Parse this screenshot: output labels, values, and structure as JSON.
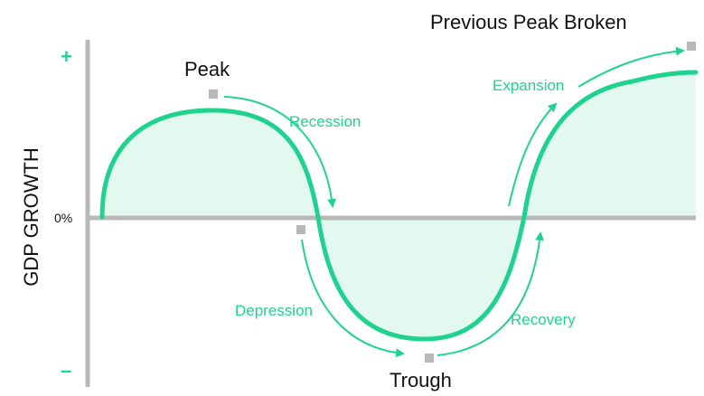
{
  "axis": {
    "ylabel": "GDP GROWTH",
    "plus": "+",
    "minus": "–",
    "zero": "0%"
  },
  "labels": {
    "peak": "Peak",
    "previous_peak": "Previous Peak Broken",
    "trough": "Trough"
  },
  "phases": {
    "recession": "Recession",
    "depression": "Depression",
    "recovery": "Recovery",
    "expansion": "Expansion"
  },
  "colors": {
    "accent": "#1fd38f",
    "fill": "#e3f8ef",
    "axis": "#b8b8b8",
    "text": "#111111"
  }
}
